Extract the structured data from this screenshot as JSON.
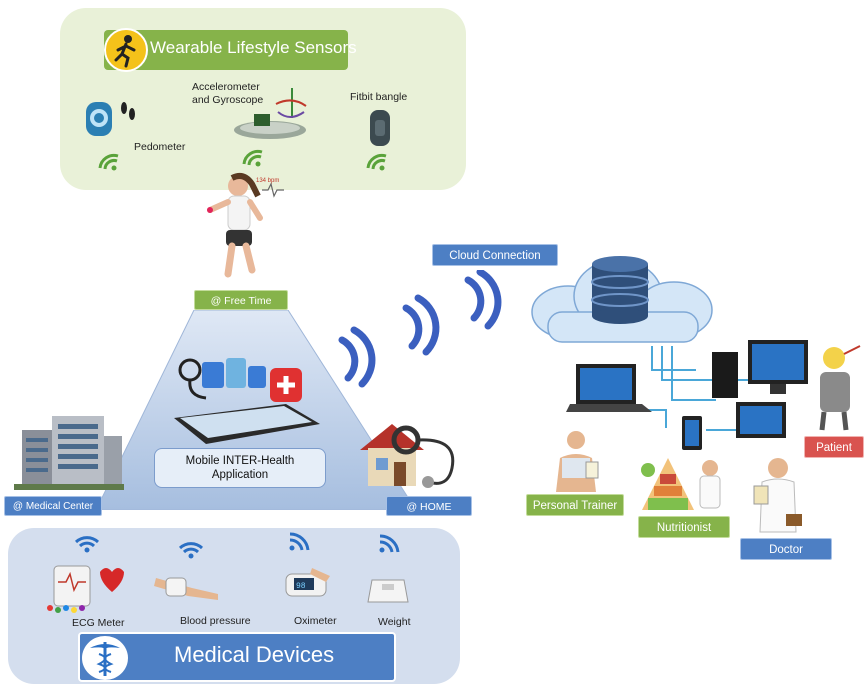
{
  "wearable": {
    "title": "Wearable Lifestyle  Sensors",
    "sensors": [
      {
        "label": "Pedometer"
      },
      {
        "label": "Accelerometer\nand Gyroscope"
      },
      {
        "label": "Fitbit bangle"
      }
    ]
  },
  "runner": {
    "heart_label": "134 bpm"
  },
  "locations": {
    "free_time": "@ Free Time",
    "medical_center": "@ Medical Center",
    "home": "@ HOME"
  },
  "app": {
    "line1": "Mobile INTER-Health",
    "line2": "Application"
  },
  "cloud": {
    "label": "Cloud Connection"
  },
  "roles": {
    "personal_trainer": "Personal Trainer",
    "nutritionist": "Nutritionist",
    "doctor": "Doctor",
    "patient": "Patient"
  },
  "medical": {
    "title": "Medical Devices",
    "devices": [
      {
        "label": "ECG Meter"
      },
      {
        "label": "Blood pressure"
      },
      {
        "label": "Oximeter"
      },
      {
        "label": "Weight"
      }
    ]
  },
  "colors": {
    "green": "#86b34a",
    "blue": "#4d7fc4",
    "red": "#d9534f",
    "panel_green": "#e9f1d8",
    "panel_blue": "#d4deee"
  }
}
